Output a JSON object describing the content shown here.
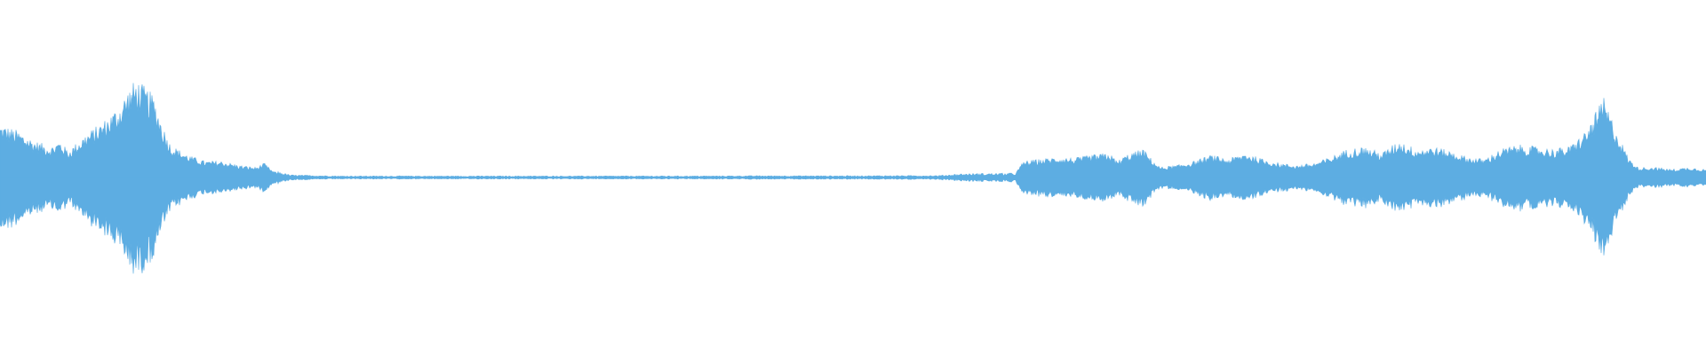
{
  "waveform": {
    "color": "#5dade2",
    "background": "#ffffff",
    "envelope": [
      [
        0.0,
        0.52
      ],
      [
        0.01,
        0.46
      ],
      [
        0.02,
        0.36
      ],
      [
        0.03,
        0.3
      ],
      [
        0.035,
        0.36
      ],
      [
        0.04,
        0.26
      ],
      [
        0.05,
        0.42
      ],
      [
        0.06,
        0.54
      ],
      [
        0.07,
        0.7
      ],
      [
        0.075,
        0.86
      ],
      [
        0.08,
        0.96
      ],
      [
        0.09,
        0.8
      ],
      [
        0.095,
        0.52
      ],
      [
        0.1,
        0.32
      ],
      [
        0.11,
        0.22
      ],
      [
        0.12,
        0.16
      ],
      [
        0.13,
        0.16
      ],
      [
        0.14,
        0.12
      ],
      [
        0.15,
        0.1
      ],
      [
        0.155,
        0.14
      ],
      [
        0.16,
        0.06
      ],
      [
        0.17,
        0.02
      ],
      [
        0.2,
        0.012
      ],
      [
        0.25,
        0.012
      ],
      [
        0.3,
        0.012
      ],
      [
        0.35,
        0.012
      ],
      [
        0.4,
        0.012
      ],
      [
        0.45,
        0.014
      ],
      [
        0.5,
        0.014
      ],
      [
        0.55,
        0.016
      ],
      [
        0.565,
        0.03
      ],
      [
        0.595,
        0.035
      ],
      [
        0.6,
        0.16
      ],
      [
        0.61,
        0.18
      ],
      [
        0.62,
        0.2
      ],
      [
        0.63,
        0.19
      ],
      [
        0.64,
        0.22
      ],
      [
        0.65,
        0.24
      ],
      [
        0.655,
        0.16
      ],
      [
        0.66,
        0.22
      ],
      [
        0.67,
        0.28
      ],
      [
        0.675,
        0.18
      ],
      [
        0.68,
        0.1
      ],
      [
        0.69,
        0.12
      ],
      [
        0.7,
        0.16
      ],
      [
        0.71,
        0.22
      ],
      [
        0.72,
        0.18
      ],
      [
        0.73,
        0.24
      ],
      [
        0.74,
        0.18
      ],
      [
        0.75,
        0.14
      ],
      [
        0.76,
        0.12
      ],
      [
        0.77,
        0.14
      ],
      [
        0.78,
        0.2
      ],
      [
        0.79,
        0.28
      ],
      [
        0.8,
        0.3
      ],
      [
        0.81,
        0.24
      ],
      [
        0.82,
        0.36
      ],
      [
        0.83,
        0.28
      ],
      [
        0.84,
        0.3
      ],
      [
        0.85,
        0.26
      ],
      [
        0.86,
        0.2
      ],
      [
        0.87,
        0.18
      ],
      [
        0.88,
        0.28
      ],
      [
        0.89,
        0.32
      ],
      [
        0.9,
        0.3
      ],
      [
        0.91,
        0.28
      ],
      [
        0.92,
        0.3
      ],
      [
        0.93,
        0.46
      ],
      [
        0.94,
        0.78
      ],
      [
        0.945,
        0.56
      ],
      [
        0.95,
        0.36
      ],
      [
        0.955,
        0.18
      ],
      [
        0.96,
        0.1
      ],
      [
        0.97,
        0.1
      ],
      [
        0.98,
        0.08
      ],
      [
        0.99,
        0.1
      ],
      [
        1.0,
        0.08
      ]
    ]
  }
}
